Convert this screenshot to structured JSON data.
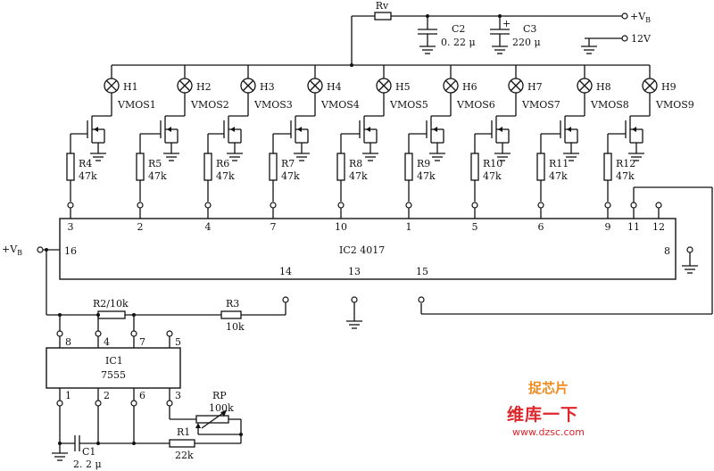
{
  "supply": {
    "rv_label": "Rv",
    "vb_top_label": "+V",
    "vb_sub": "B",
    "twelve_v_label": "12V",
    "vb_left_label": "+V",
    "vb_left_sub": "B"
  },
  "capacitors": {
    "c2_name": "C2",
    "c2_value": "0. 22 μ",
    "c3_name": "C3",
    "c3_value": "220 μ",
    "c3_polarity": "+",
    "c1_name": "C1",
    "c1_value": "2. 2 μ"
  },
  "lamps": [
    {
      "lamp": "H1",
      "fet": "VMOS1"
    },
    {
      "lamp": "H2",
      "fet": "VMOS2"
    },
    {
      "lamp": "H3",
      "fet": "VMOS3"
    },
    {
      "lamp": "H4",
      "fet": "VMOS4"
    },
    {
      "lamp": "H5",
      "fet": "VMOS5"
    },
    {
      "lamp": "H6",
      "fet": "VMOS6"
    },
    {
      "lamp": "H7",
      "fet": "VMOS7"
    },
    {
      "lamp": "H8",
      "fet": "VMOS8"
    },
    {
      "lamp": "H9",
      "fet": "VMOS9"
    }
  ],
  "gate_resistors": [
    {
      "name": "R4",
      "value": "47k"
    },
    {
      "name": "R5",
      "value": "47k"
    },
    {
      "name": "R6",
      "value": "47k"
    },
    {
      "name": "R7",
      "value": "47k"
    },
    {
      "name": "R8",
      "value": "47k"
    },
    {
      "name": "R9",
      "value": "47k"
    },
    {
      "name": "R10",
      "value": "47k"
    },
    {
      "name": "R11",
      "value": "47k"
    },
    {
      "name": "R12",
      "value": "47k"
    }
  ],
  "ic2": {
    "label": "IC2  4017",
    "top_pins": [
      "3",
      "2",
      "4",
      "7",
      "10",
      "1",
      "5",
      "6",
      "9",
      "11",
      "12"
    ],
    "left_pin": "16",
    "right_pin": "8",
    "bottom_pins": [
      "14",
      "13",
      "15"
    ]
  },
  "ic1": {
    "name": "IC1",
    "part": "7555",
    "top_pins": [
      "8",
      "4",
      "7",
      "5"
    ],
    "bottom_pins": [
      "1",
      "2",
      "6",
      "3"
    ]
  },
  "resistors": {
    "r2": "R2/10k",
    "r3_name": "R3",
    "r3_value": "10k",
    "r1_name": "R1",
    "r1_value": "22k",
    "rp_name": "RP",
    "rp_value": "100k"
  },
  "watermark": {
    "top": "捉芯片",
    "title": "维库一下",
    "url": "www.dzsc.com"
  }
}
